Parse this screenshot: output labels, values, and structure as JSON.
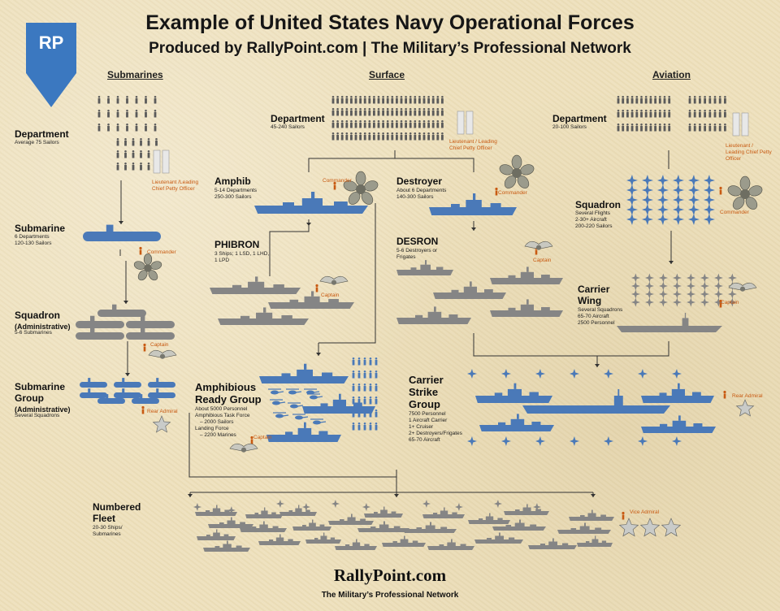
{
  "header": {
    "title": "Example of United States Navy Operational Forces",
    "subtitle": "Produced by RallyPoint.com | The Military’s Professional Network",
    "logo": "RP"
  },
  "columns": {
    "submarines": "Submarines",
    "surface": "Surface",
    "aviation": "Aviation"
  },
  "submarines": {
    "department": {
      "name": "Department",
      "desc": "Average 75 Sailors",
      "rank": "Lieutenant /Leading Chief Petty Officer",
      "insignia": "lieutenant-bars-icon"
    },
    "submarine": {
      "name": "Submarine",
      "desc": [
        "6 Departments",
        "120-130 Sailors"
      ],
      "rank": "Commander",
      "insignia": "oak-leaf-icon"
    },
    "squadron": {
      "name": "Squadron",
      "sub": "(Administrative)",
      "desc": "5-6 Submarines",
      "rank": "Captain",
      "insignia": "eagle-icon"
    },
    "group": {
      "name": "Submarine",
      "name2": "Group",
      "sub": "(Administrative)",
      "desc": "Several Squadrons",
      "rank": "Rear Admiral",
      "insignia": "star-icon"
    }
  },
  "surface": {
    "department": {
      "name": "Department",
      "desc": "45-240 Sailors",
      "rank": "Lieutenant / Leading Chief Petty Officer"
    },
    "amphib": {
      "name": "Amphib",
      "desc": [
        "5-14 Departments",
        "250-300 Sailors"
      ],
      "rank": "Commander"
    },
    "destroyer": {
      "name": "Destroyer",
      "desc": [
        "About 6 Departments",
        "140-300 Sailors"
      ],
      "rank": "Commander"
    },
    "phibron": {
      "name": "PHIBRON",
      "desc": [
        "3 Ships; 1 LSD, 1 LHD,",
        "1 LPD"
      ],
      "rank": "Captain"
    },
    "desron": {
      "name": "DESRON",
      "desc": [
        "5-6 Destroyers or",
        "Frigates"
      ],
      "rank": "Captain"
    },
    "arg": {
      "name": "Amphibious",
      "name2": "Ready Group",
      "desc": [
        "About 5000 Personnel",
        "Amphibious Task Force",
        "– 2000 Sailors",
        "Landing Force",
        "– 2200 Marines"
      ],
      "rank": "Captain"
    },
    "csg": {
      "name": "Carrier",
      "name2": "Strike",
      "name3": "Group",
      "desc": [
        "7500 Personnel",
        "1 Aircraft Carrier",
        "1+ Cruiser",
        "2+ Destroyers/Frigates",
        "65-70 Aircraft"
      ],
      "rank": "Rear Admiral"
    }
  },
  "aviation": {
    "department": {
      "name": "Department",
      "desc": "20-100 Sailors",
      "rank": "Lieutenant / Leading Chief Petty Officer"
    },
    "squadron": {
      "name": "Squadron",
      "desc": [
        "Several Flights",
        "2-30+ Aircraft",
        "200-220 Sailors"
      ],
      "rank": "Commander"
    },
    "wing": {
      "name": "Carrier",
      "name2": "Wing",
      "desc": [
        "Several Squadrons",
        "65-70 Aircraft",
        "2500 Personnel"
      ],
      "rank": "Captain"
    }
  },
  "fleet": {
    "name": "Numbered",
    "name2": "Fleet",
    "desc": [
      "20-30 Ships/",
      "Submarines"
    ],
    "rank": "Vice Admiral"
  },
  "footer": {
    "brand": "RallyPoint.com",
    "tagline": "The Military’s Professional Network"
  },
  "colors": {
    "ship_blue": "#4a79b8",
    "ship_gray": "#858585",
    "rank_orange": "#c85a12",
    "logo_blue": "#3b78c0"
  }
}
